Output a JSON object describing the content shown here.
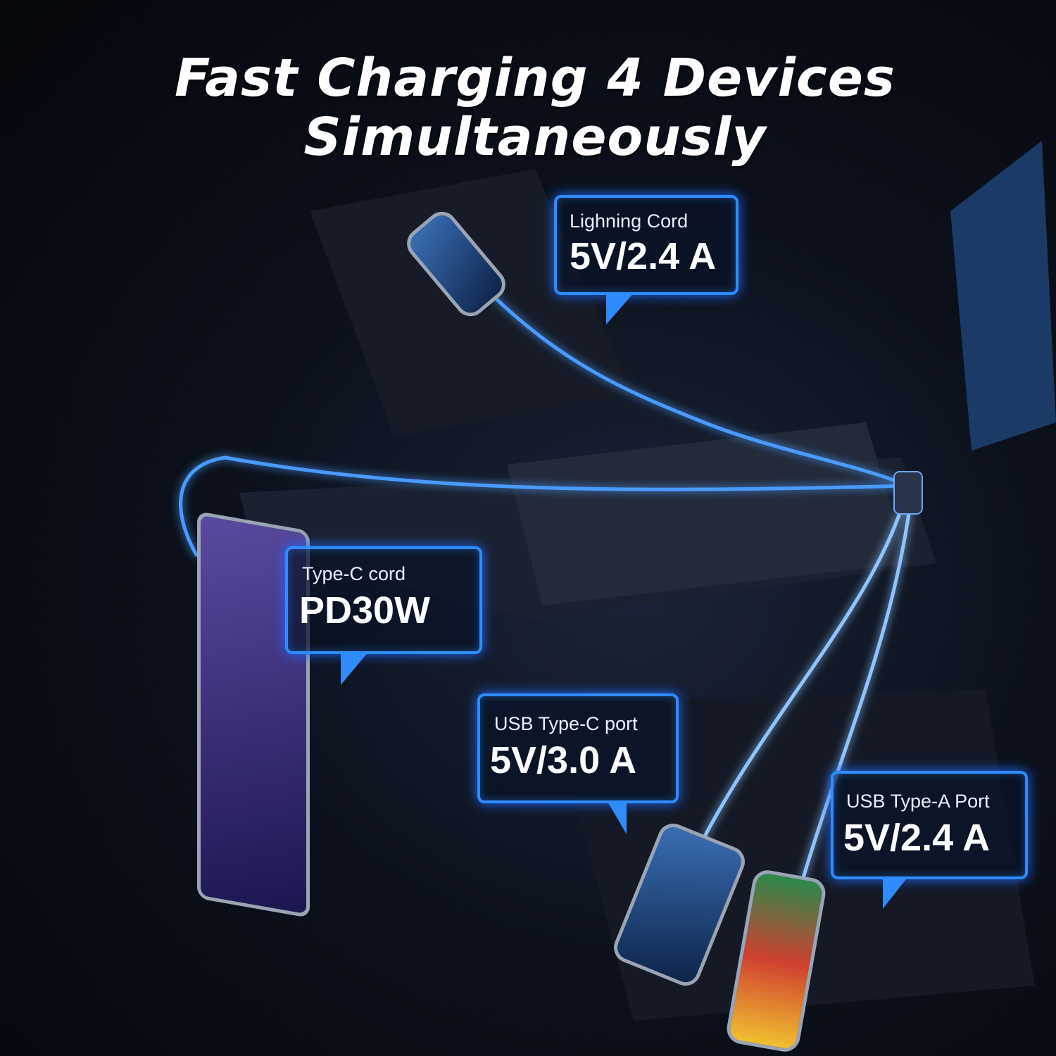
{
  "title": {
    "line1": "Fast Charging 4 Devices",
    "line2": "Simultaneously"
  },
  "callouts": [
    {
      "label": "Lighning Cord",
      "value": "5V/2.4 A"
    },
    {
      "label": "Type-C cord",
      "value": "PD30W"
    },
    {
      "label": "USB Type-C port",
      "value": "5V/3.0 A"
    },
    {
      "label": "USB Type-A Port",
      "value": "5V/2.4 A"
    }
  ],
  "colors": {
    "accent": "#2f8cff",
    "background": "#0c111c",
    "cable_glow": "#3a8bff"
  }
}
